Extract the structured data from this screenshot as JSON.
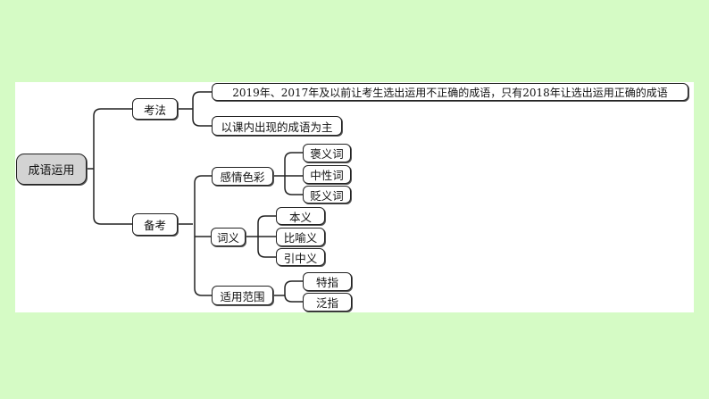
{
  "root": {
    "label": "成语运用"
  },
  "branches": {
    "kaofa": {
      "label": "考法",
      "items": [
        "2019年、2017年及以前让考生选出运用不正确的成语，只有2018年让选出运用正确的成语",
        "以课内出现的成语为主"
      ]
    },
    "beikao": {
      "label": "备考",
      "emotion": {
        "label": "感情色彩",
        "items": [
          "褒义词",
          "中性词",
          "贬义词"
        ]
      },
      "meaning": {
        "label": "词义",
        "items": [
          "本义",
          "比喻义",
          "引中义"
        ]
      },
      "scope": {
        "label": "适用范围",
        "items": [
          "特指",
          "泛指"
        ]
      }
    }
  },
  "colors": {
    "background": "#d5fbc5",
    "root_fill": "#d3d3d3"
  }
}
